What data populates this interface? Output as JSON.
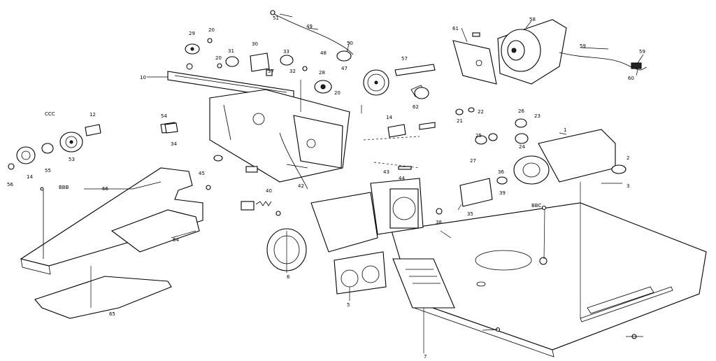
{
  "callouts": [
    {
      "id": "c51",
      "text": "51"
    },
    {
      "id": "c49",
      "text": "49"
    },
    {
      "id": "c50",
      "text": "50"
    },
    {
      "id": "c58",
      "text": "58"
    },
    {
      "id": "c61",
      "text": "61"
    },
    {
      "id": "c59a",
      "text": "59"
    },
    {
      "id": "c59b",
      "text": "59"
    },
    {
      "id": "c60",
      "text": "60"
    },
    {
      "id": "c29",
      "text": "29"
    },
    {
      "id": "c20a",
      "text": "20"
    },
    {
      "id": "c30",
      "text": "30"
    },
    {
      "id": "c31",
      "text": "31"
    },
    {
      "id": "c32",
      "text": "32"
    },
    {
      "id": "c33",
      "text": "33"
    },
    {
      "id": "c47",
      "text": "47"
    },
    {
      "id": "c57",
      "text": "57"
    },
    {
      "id": "c10",
      "text": "10"
    },
    {
      "id": "c37",
      "text": "37"
    },
    {
      "id": "c28",
      "text": "28"
    },
    {
      "id": "c20b",
      "text": "20"
    },
    {
      "id": "c20c",
      "text": "20"
    },
    {
      "id": "c62",
      "text": "62"
    },
    {
      "id": "c12",
      "text": "12"
    },
    {
      "id": "c14a",
      "text": "14"
    },
    {
      "id": "c34",
      "text": "34"
    },
    {
      "id": "c22",
      "text": "22"
    },
    {
      "id": "c26",
      "text": "26"
    },
    {
      "id": "c23",
      "text": "23"
    },
    {
      "id": "c21",
      "text": "21"
    },
    {
      "id": "c25",
      "text": "25"
    },
    {
      "id": "c24",
      "text": "24"
    },
    {
      "id": "c27",
      "text": "27"
    },
    {
      "id": "c43",
      "text": "43"
    },
    {
      "id": "c44",
      "text": "44"
    },
    {
      "id": "c14b",
      "text": "14"
    },
    {
      "id": "c55",
      "text": "55"
    },
    {
      "id": "c53",
      "text": "53"
    },
    {
      "id": "c54",
      "text": "54"
    },
    {
      "id": "c56",
      "text": "56"
    },
    {
      "id": "c66",
      "text": "66"
    },
    {
      "id": "c64",
      "text": "64"
    },
    {
      "id": "c65",
      "text": "65"
    },
    {
      "id": "c45",
      "text": "45"
    },
    {
      "id": "c48",
      "text": "48"
    },
    {
      "id": "c40",
      "text": "40"
    },
    {
      "id": "c42",
      "text": "42"
    },
    {
      "id": "c35",
      "text": "35"
    },
    {
      "id": "c36",
      "text": "36"
    },
    {
      "id": "c38",
      "text": "38"
    },
    {
      "id": "c39",
      "text": "39"
    },
    {
      "id": "c2",
      "text": "2"
    },
    {
      "id": "c3",
      "text": "3"
    },
    {
      "id": "c7",
      "text": "7"
    },
    {
      "id": "c1",
      "text": "1"
    },
    {
      "id": "c5",
      "text": "5"
    },
    {
      "id": "c6",
      "text": "6"
    },
    {
      "id": "cbbb",
      "text": "BBB"
    },
    {
      "id": "cccc",
      "text": "CCC"
    },
    {
      "id": "cbbc",
      "text": "BBC"
    }
  ]
}
